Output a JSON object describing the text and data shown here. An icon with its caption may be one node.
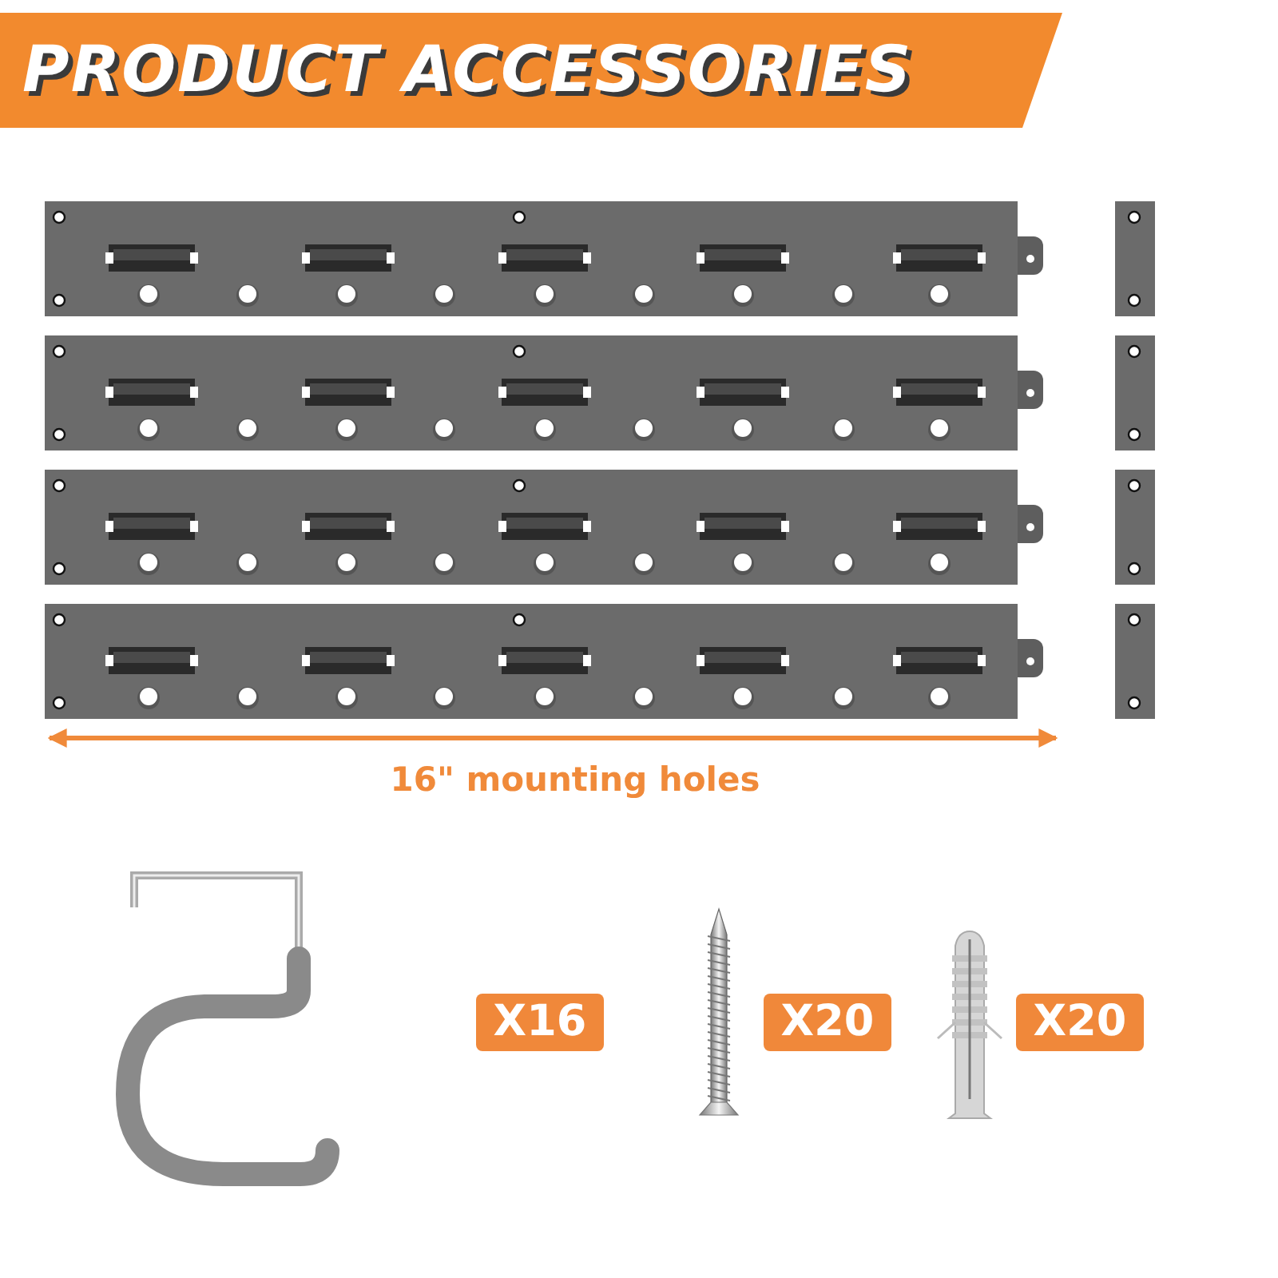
{
  "diagram": {
    "title": "PRODUCT ACCESSORIES",
    "labels": [
      "16\" mounting holes",
      "X16",
      "X20",
      "X20"
    ]
  }
}
